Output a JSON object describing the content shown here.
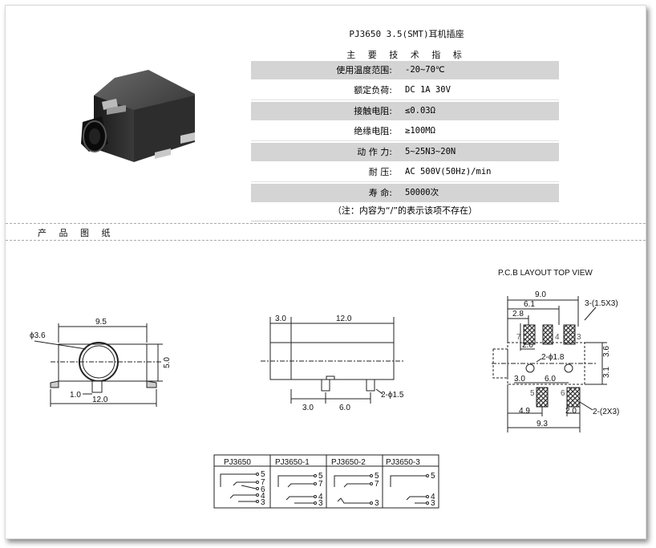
{
  "header": {
    "title": "PJ3650 3.5(SMT)耳机插座",
    "subtitle": "主 要 技 术 指 标"
  },
  "specs": [
    {
      "label": "使用温度范围:",
      "value": "-20~70℃"
    },
    {
      "label": "额定负荷:",
      "value": "DC 1A 30V"
    },
    {
      "label": "接触电阻:",
      "value": "≤0.03Ω"
    },
    {
      "label": "绝缘电阻:",
      "value": "≥100MΩ"
    },
    {
      "label": "动 作 力:",
      "value": "5~25N3~20N"
    },
    {
      "label": "耐    压:",
      "value": "AC 500V(50Hz)/min"
    },
    {
      "label": "寿    命:",
      "value": "50000次"
    }
  ],
  "note": "（注：内容为“/”的表示该项不存在）",
  "drawings_label": "产 品 图 纸",
  "front": {
    "width": "9.5",
    "hole": "ϕ3.6",
    "height": "5.0",
    "pin": "1.0",
    "base": "12.0"
  },
  "side": {
    "nose": "3.0",
    "length": "12.0",
    "pin_off": "3.0",
    "pin_pitch": "6.0",
    "pin_dia": "2-ϕ1.5"
  },
  "pcb": {
    "heading": "P.C.B LAYOUT    TOP VIEW",
    "d_9_0": "9.0",
    "d_6_1": "6.1",
    "d_2_8": "2.8",
    "d_2_0a": "2.0",
    "pads_top": "3-(1.5X3)",
    "holes": "2-ϕ1.8",
    "d_3_0": "3.0",
    "d_6_0": "6.0",
    "d_3_6": "3.6",
    "d_3_1": "3.1",
    "d_4_9": "4.9",
    "d_2_0b": "2.0",
    "pads_bottom": "2-(2X3)",
    "d_9_3": "9.3",
    "pin_labels": [
      "7",
      "4",
      "3",
      "5",
      "6"
    ]
  },
  "schematic": {
    "headers": [
      "PJ3650",
      "PJ3650-1",
      "PJ3650-2",
      "PJ3650-3"
    ],
    "pins": [
      [
        "5",
        "7",
        "6",
        "4",
        "3"
      ],
      [
        "5",
        "7",
        "4",
        "3"
      ],
      [
        "5",
        "7",
        "3"
      ],
      [
        "5",
        "4",
        "3"
      ]
    ]
  }
}
